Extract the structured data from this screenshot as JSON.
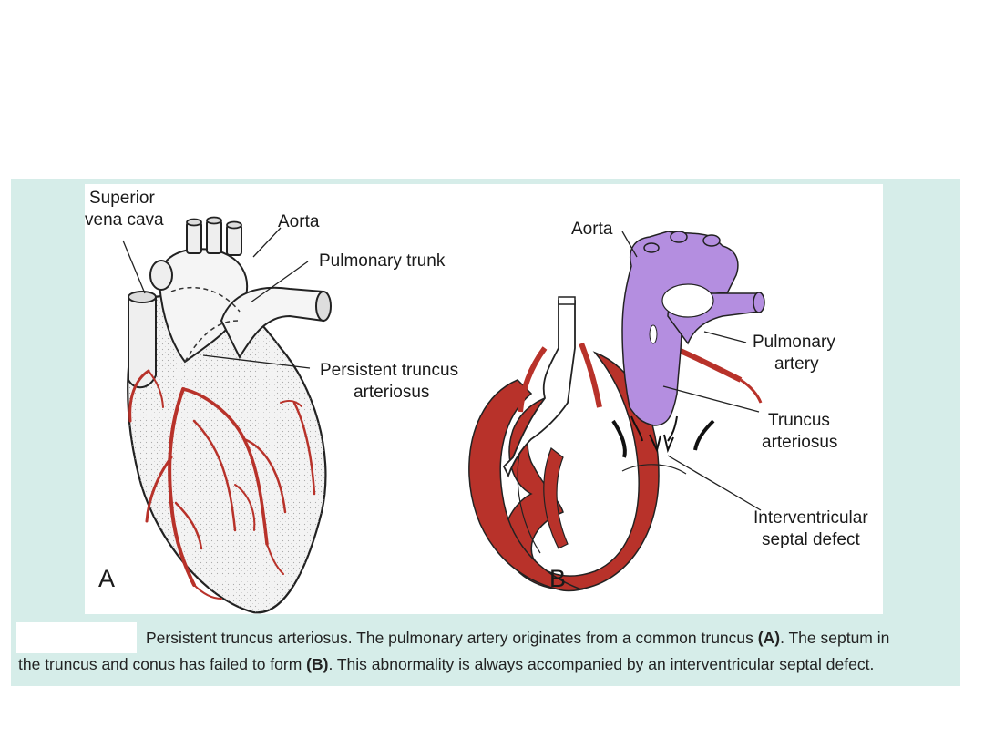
{
  "panel_a": {
    "letter": "A",
    "labels": {
      "svc_1": "Superior",
      "svc_2": "vena cava",
      "aorta": "Aorta",
      "pulm_trunk": "Pulmonary trunk",
      "pta_1": "Persistent truncus",
      "pta_2": "arteriosus"
    }
  },
  "panel_b": {
    "letter": "B",
    "labels": {
      "aorta": "Aorta",
      "pa_1": "Pulmonary",
      "pa_2": "artery",
      "ta_1": "Truncus",
      "ta_2": "arteriosus",
      "ivsd_1": "Interventricular",
      "ivsd_2": "septal defect"
    }
  },
  "caption": {
    "line1_text": "Persistent truncus arteriosus. The pulmonary artery originates from a common truncus ",
    "ref_a": "(A)",
    "line1_tail": ". The septum in",
    "line2_text": "the truncus and conus has failed to form ",
    "ref_b": "(B)",
    "line2_tail": ". This abnormality is always accompanied by an interventricular septal defect."
  },
  "colors": {
    "panel_bg": "#d6ede9",
    "vessel_red": "#b8322a",
    "truncus_purple": "#b48ee0"
  }
}
